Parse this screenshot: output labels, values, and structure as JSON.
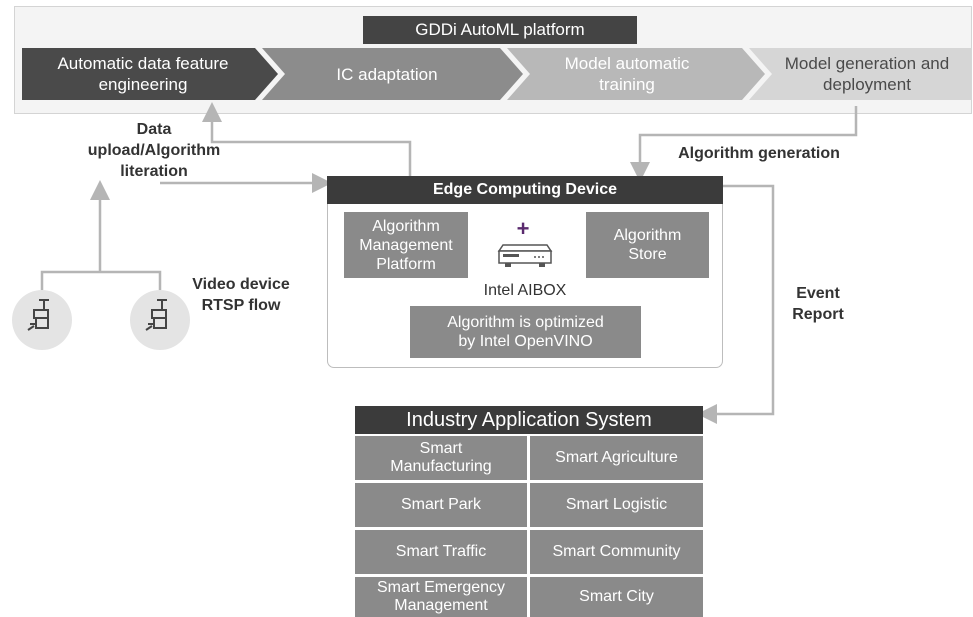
{
  "platform": {
    "title": "GDDi AutoML platform",
    "stages": [
      {
        "line1": "Automatic data feature",
        "line2": "engineering"
      },
      {
        "line1": "IC adaptation",
        "line2": ""
      },
      {
        "line1": "Model automatic",
        "line2": "training"
      },
      {
        "line1": "Model generation and",
        "line2": "deployment"
      }
    ]
  },
  "labels": {
    "data_upload": [
      "Data",
      "upload/Algorithm",
      "literation"
    ],
    "algorithm_generation": "Algorithm generation",
    "video_device": [
      "Video device",
      "RTSP flow"
    ],
    "event_report": [
      "Event",
      "Report"
    ]
  },
  "edge": {
    "title": "Edge Computing Device",
    "management": [
      "Algorithm",
      "Management",
      "Platform"
    ],
    "store": [
      "Algorithm",
      "Store"
    ],
    "device_label": "Intel AIBOX",
    "plus": "+",
    "optimized": [
      "Algorithm is optimized",
      "by Intel OpenVINO"
    ]
  },
  "industry": {
    "title": "Industry Application System",
    "cells": [
      [
        "Smart",
        "Manufacturing"
      ],
      [
        "Smart Agriculture",
        ""
      ],
      [
        "Smart Park",
        ""
      ],
      [
        "Smart Logistic",
        ""
      ],
      [
        "Smart Traffic",
        ""
      ],
      [
        "Smart Community",
        ""
      ],
      [
        "Smart Emergency",
        "Management"
      ],
      [
        "Smart City",
        ""
      ]
    ]
  },
  "colors": {
    "dark": "#3b3b3b",
    "stage1": "#4a4a4a",
    "stage2": "#8c8c8c",
    "stage3": "#b8b8b8",
    "stage4": "#d6d6d6",
    "box": "#8a8a8a",
    "accent": "#5a2a6e",
    "arrow": "#b5b5b5"
  },
  "icons": [
    "camera-icon",
    "server-box-icon",
    "plus-icon"
  ]
}
